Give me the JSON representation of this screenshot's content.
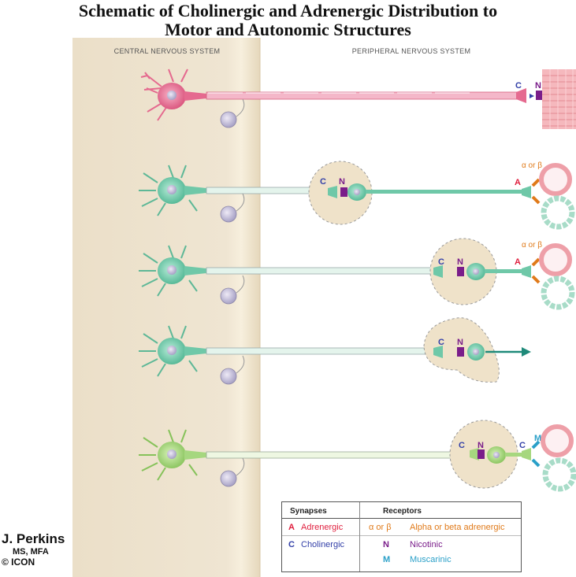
{
  "title_line1": "Schematic of Cholinergic and Adrenergic Distribution to",
  "title_line2": "Motor and Autonomic Structures",
  "regions": {
    "central": "CENTRAL NERVOUS SYSTEM",
    "peripheral": "PERIPHERAL NERVOUS SYSTEM"
  },
  "colors": {
    "cns_band": "#ede3cf",
    "somatic": "#e56a8f",
    "autonomic": "#6fc8a8",
    "sympathetic_ganglion": "#7fd0b0",
    "parasympathetic": "#a6d77f",
    "adrenergic": "#e0203f",
    "cholinergic": "#3340a8",
    "alpha_beta": "#e07a1a",
    "nicotinic": "#7a1d8a",
    "muscarinic": "#2aa0c8"
  },
  "synapse_labels": {
    "C": "C",
    "N": "N",
    "A": "A",
    "M": "M",
    "alpha_beta": "α or β"
  },
  "legend": {
    "synapses_header": "Synapses",
    "receptors_header": "Receptors",
    "adrenergic_letter": "A",
    "adrenergic_label": "Adrenergic",
    "cholinergic_letter": "C",
    "cholinergic_label": "Cholinergic",
    "alpha_beta_symbol": "α or β",
    "alpha_beta_label": "Alpha or beta adrenergic",
    "nicotinic_letter": "N",
    "nicotinic_label": "Nicotinic",
    "muscarinic_letter": "M",
    "muscarinic_label": "Muscarinic"
  },
  "credit": {
    "name": "J. Perkins",
    "degrees": "MS, MFA",
    "logo": "© ICON"
  }
}
